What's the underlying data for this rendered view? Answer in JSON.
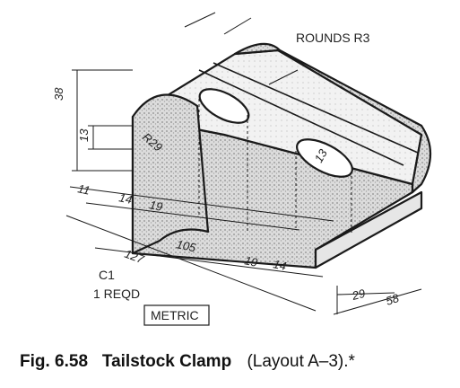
{
  "notes": {
    "rounds": "ROUNDS R3",
    "part_number": "C1",
    "quantity": "1 REQD",
    "units_box": "METRIC"
  },
  "dimensions": {
    "d_38": "38",
    "d_13": "13",
    "d_r29": "R29",
    "d_slot_13": "13",
    "d_11": "11",
    "d_14a": "14",
    "d_19a": "19",
    "d_127": "127",
    "d_105": "105",
    "d_19b": "19",
    "d_14b": "14",
    "d_29": "29",
    "d_58": "58"
  },
  "caption": {
    "figure": "Fig. 6.58",
    "title": "Tailstock Clamp",
    "layout": "(Layout A–3).*"
  },
  "colors": {
    "ink": "#1a1a1a",
    "stipple": "#8c8c8c",
    "face_light": "#f4f4f4",
    "face_shade": "#d9d9d9"
  }
}
